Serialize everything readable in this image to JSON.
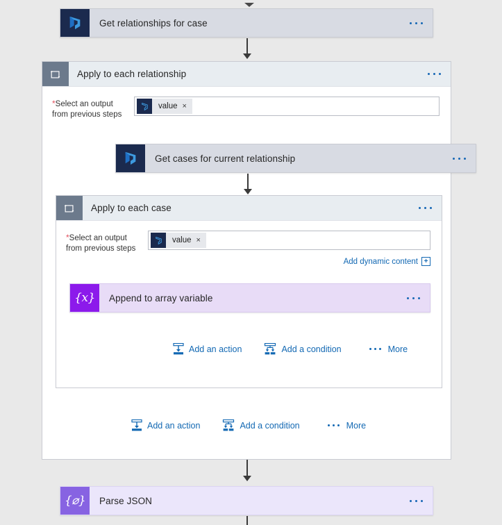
{
  "flow": {
    "top_card": {
      "title": "Get relationships for case",
      "icon": "dynamics365-icon",
      "menu": "ellipsis-icon"
    },
    "outer_loop": {
      "title": "Apply to each relationship",
      "icon": "foreach-loop-icon",
      "menu": "ellipsis-icon",
      "field": {
        "label_line1": "Select an output",
        "label_line2": "from previous steps",
        "required_marker": "*",
        "token": {
          "text": "value",
          "remove": "×",
          "icon": "dynamics365-icon"
        }
      },
      "inner_card": {
        "title": "Get cases for current relationship",
        "icon": "dynamics365-icon",
        "menu": "ellipsis-icon"
      },
      "inner_loop": {
        "title": "Apply to each case",
        "icon": "foreach-loop-icon",
        "menu": "ellipsis-icon",
        "field": {
          "label_line1": "Select an output",
          "label_line2": "from previous steps",
          "required_marker": "*",
          "token": {
            "text": "value",
            "remove": "×",
            "icon": "dynamics365-icon"
          },
          "dynamic_content_link": "Add dynamic content",
          "dynamic_content_plus": "+"
        },
        "action_card": {
          "title": "Append to array variable",
          "icon": "variables-icon",
          "icon_glyph": "{x}",
          "menu": "ellipsis-icon"
        },
        "footer": {
          "add_action": "Add an action",
          "add_condition": "Add a condition",
          "more": "More"
        }
      },
      "footer": {
        "add_action": "Add an action",
        "add_condition": "Add a condition",
        "more": "More"
      }
    },
    "bottom_card": {
      "title": "Parse JSON",
      "icon": "parsejson-icon",
      "icon_glyph": "{⌀}",
      "menu": "ellipsis-icon"
    }
  },
  "colors": {
    "canvas": "#e9e9e9",
    "action_card": "#d8dbe3",
    "scope_header": "#e8edf1",
    "scope_body": "#ffffff",
    "variable_card": "#e8dcf7",
    "parsejson_card": "#ebe6fb",
    "dynamics_tile": "#1b2a4e",
    "variables_tile": "#8c1aeb",
    "parsejson_tile": "#8763e2",
    "loop_tile": "#6c7a8c",
    "link_blue": "#1268b3",
    "required_red": "#e3515f"
  }
}
